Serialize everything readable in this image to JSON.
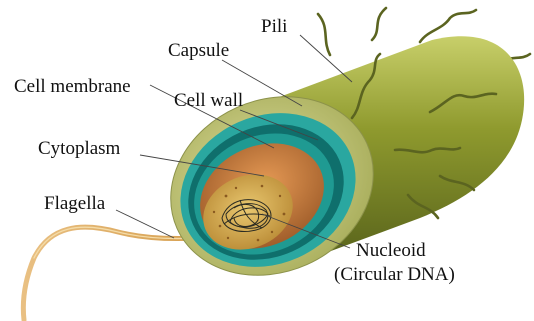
{
  "diagram": {
    "labels": {
      "pili": "Pili",
      "capsule": "Capsule",
      "cell_membrane": "Cell membrane",
      "cell_wall": "Cell wall",
      "cytoplasm": "Cytoplasm",
      "flagella": "Flagella",
      "nucleoid": "Nucleoid",
      "nucleoid_sub": "(Circular DNA)"
    },
    "colors": {
      "capsule": "#9ea83a",
      "capsule_dark": "#5f6a1c",
      "capsule_cut_face": "#c6c97a",
      "cell_wall": "#2aa7a0",
      "cell_membrane": "#0f6f6c",
      "cytoplasm": "#c87a3c",
      "nucleoid_region": "#d3aa50",
      "dna": "#2b2b22",
      "pili": "#5b6420",
      "flagella": "#e2b46a"
    }
  }
}
